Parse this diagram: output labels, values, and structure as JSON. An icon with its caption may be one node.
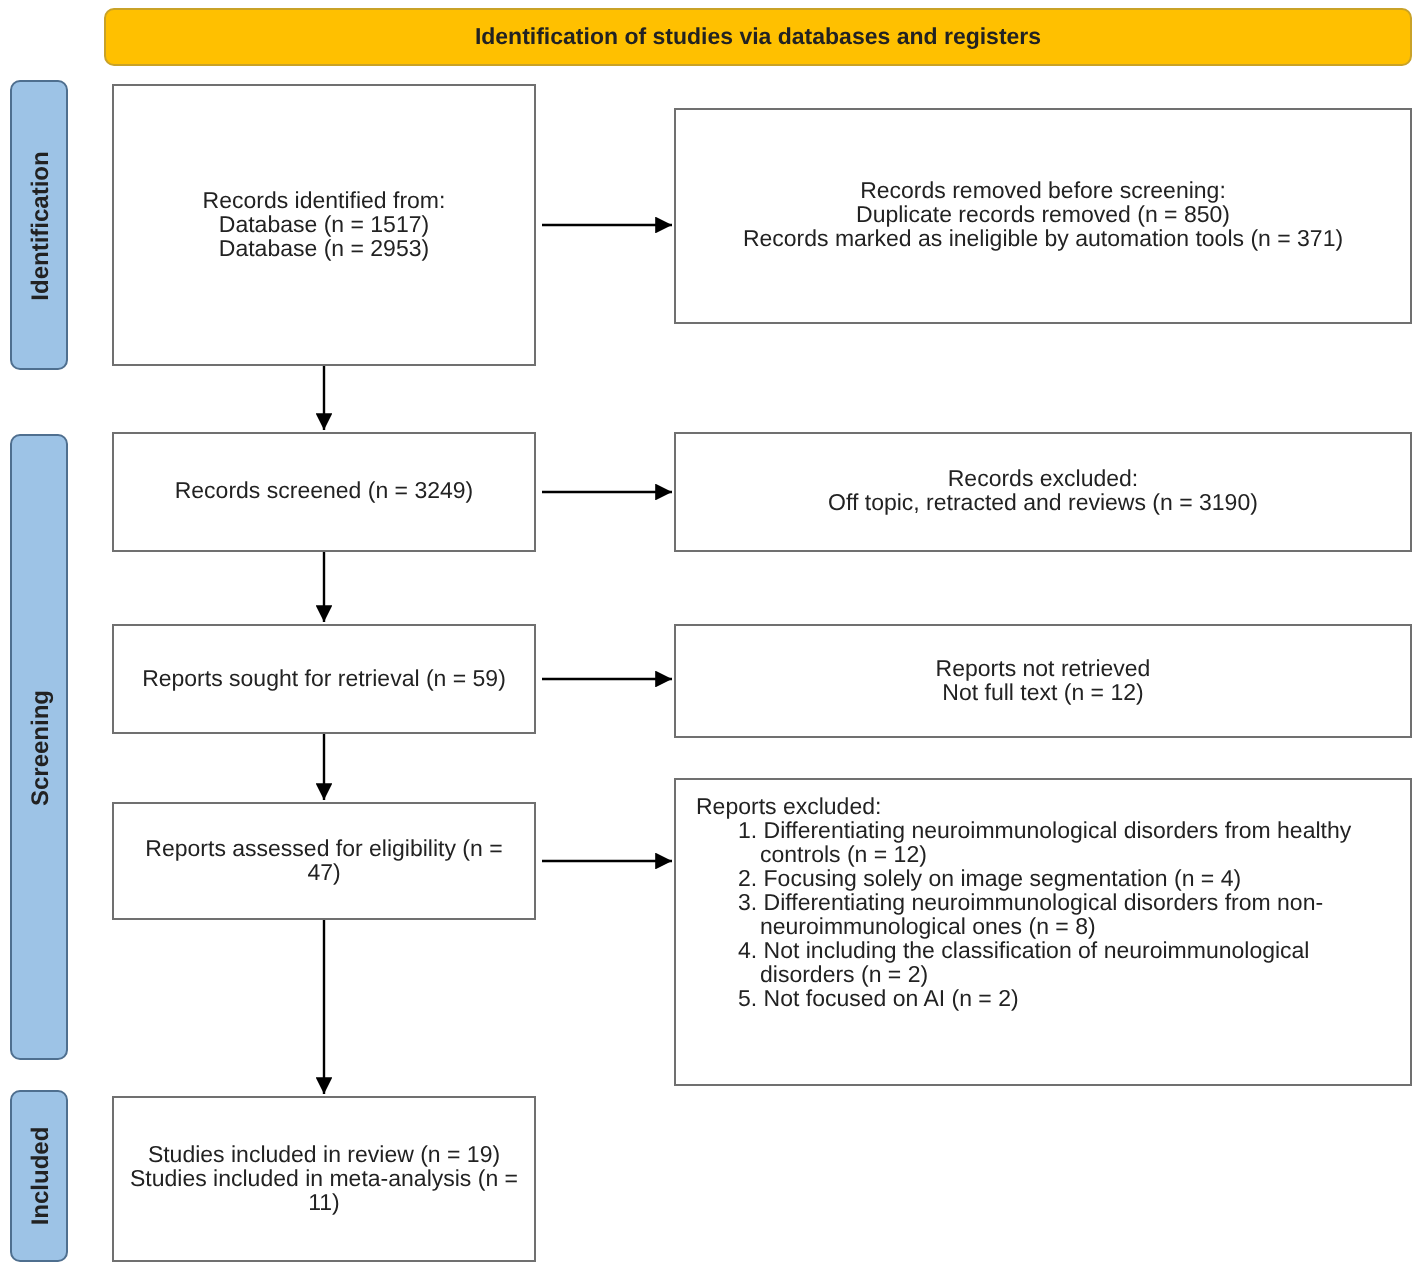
{
  "diagram": {
    "nodes": [
      {
        "text": [
          "Identification of studies via databases and registers"
        ]
      },
      {
        "text": [
          "Identification"
        ]
      },
      {
        "text": [
          "Screening"
        ]
      },
      {
        "text": [
          "Included"
        ]
      },
      {
        "text": [
          "Records identified from:",
          "Database (n = 1517)",
          "Database (n = 2953)"
        ]
      },
      {
        "text": [
          "Records removed before screening:",
          "Duplicate records removed (n = 850)",
          "Records marked as ineligible by automation tools (n = 371)"
        ]
      },
      {
        "text": [
          "Records screened (n = 3249)"
        ]
      },
      {
        "text": [
          "Records excluded:",
          "Off topic, retracted and reviews (n = 3190)"
        ]
      },
      {
        "text": [
          "Reports sought for retrieval (n = 59)"
        ]
      },
      {
        "text": [
          "Reports not retrieved",
          "Not full text (n = 12)"
        ]
      },
      {
        "text": [
          "Reports assessed for eligibility (n = 47)"
        ]
      },
      {
        "text": [
          "Reports excluded:",
          "1. Differentiating neuroimmunological disorders from healthy controls (n = 12)",
          "2. Focusing solely on image segmentation (n = 4)",
          "3. Differentiating neuroimmunological disorders from non-neuroimmunological ones (n = 8)",
          "4. Not including the classification of neuroimmunological disorders (n = 2)",
          "5. Not focused on AI (n = 2)"
        ]
      },
      {
        "text": [
          "Studies included in review (n = 19)",
          "Studies included in meta-analysis (n = 11)"
        ]
      }
    ],
    "edges": [
      {
        "from": 4,
        "to": 5,
        "arrow": "to"
      },
      {
        "from": 4,
        "to": 6,
        "arrow": "to"
      },
      {
        "from": 6,
        "to": 7,
        "arrow": "to"
      },
      {
        "from": 6,
        "to": 8,
        "arrow": "to"
      },
      {
        "from": 8,
        "to": 9,
        "arrow": "to"
      },
      {
        "from": 8,
        "to": 10,
        "arrow": "to"
      },
      {
        "from": 10,
        "to": 11,
        "arrow": "to"
      },
      {
        "from": 10,
        "to": 12,
        "arrow": "to"
      }
    ]
  }
}
